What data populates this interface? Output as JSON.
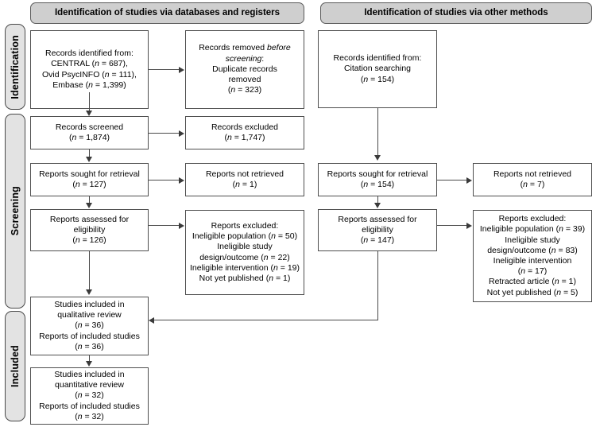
{
  "stages": [
    {
      "name": "identification",
      "label": "Identification"
    },
    {
      "name": "screening",
      "label": "Screening"
    },
    {
      "name": "included",
      "label": "Included"
    }
  ],
  "headers": {
    "databases": "Identification of studies via databases and registers",
    "other_methods": "Identification of studies via other methods"
  },
  "left_column": {
    "records_identified": "Records identified from:\nCENTRAL (n = 687),\nOvid PsycINFO (n = 111),\nEmbase (n = 1,399)",
    "records_screened": "Records screened\n(n = 1,874)",
    "reports_sought": "Reports sought for retrieval\n(n = 127)",
    "reports_assessed": "Reports assessed for\neligibility\n(n = 126)",
    "studies_qualitative": "Studies included in\nqualitative review\n(n = 36)\nReports of included studies\n(n = 36)",
    "studies_quantitative": "Studies included in\nquantitative review\n(n = 32)\nReports of included studies\n(n = 32)"
  },
  "left_exclusions": {
    "records_removed": "Records removed before\nscreening:\nDuplicate records\nremoved\n(n = 323)",
    "records_excluded": "Records excluded\n(n = 1,747)",
    "reports_not_retrieved": "Reports not retrieved\n(n = 1)",
    "reports_excluded": "Reports excluded:\nIneligible population (n = 50)\nIneligible study\ndesign/outcome (n = 22)\nIneligible intervention (n = 19)\nNot yet published (n = 1)"
  },
  "right_column": {
    "records_identified": "Records identified from:\nCitation searching\n(n = 154)",
    "reports_sought": "Reports sought for retrieval\n(n = 154)",
    "reports_assessed": "Reports assessed for\neligibility\n(n = 147)"
  },
  "right_exclusions": {
    "reports_not_retrieved": "Reports not retrieved\n(n = 7)",
    "reports_excluded": "Reports excluded:\nIneligible population (n = 39)\nIneligible study\ndesign/outcome (n = 83)\nIneligible intervention\n(n = 17)\nRetracted article (n = 1)\nNot yet published (n = 5)"
  },
  "colors": {
    "header_fill": "#cfcfcf",
    "stage_fill": "#e3e3e3",
    "box_border": "#4f4f4f",
    "connector": "#4a4a4a",
    "background": "#ffffff"
  }
}
